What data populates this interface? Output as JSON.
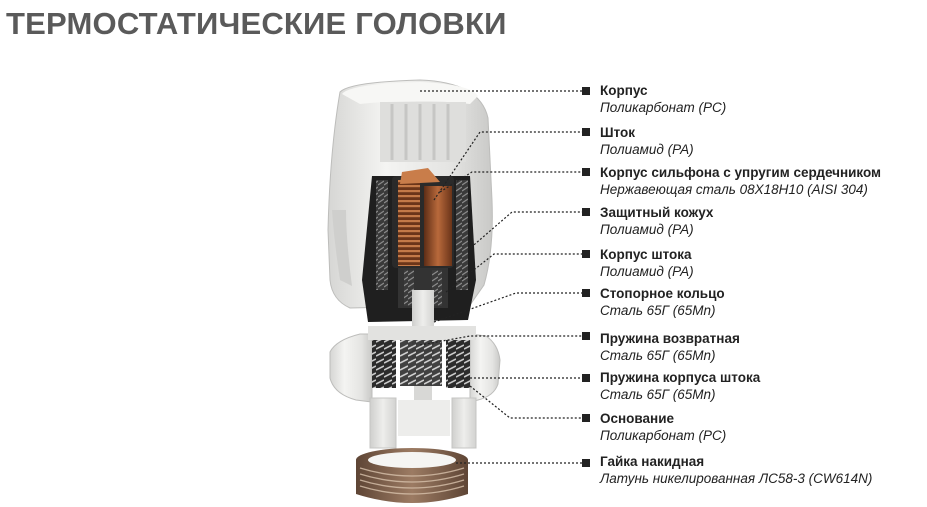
{
  "title": "ТЕРМОСТАТИЧЕСКИЕ ГОЛОВКИ",
  "callouts": [
    {
      "name": "Корпус",
      "material": "Поликарбонат (PC)"
    },
    {
      "name": "Шток",
      "material": "Полиамид (PA)"
    },
    {
      "name": "Корпус сильфона с упругим сердечником",
      "material": "Нержавеющая сталь 08Х18Н10 (AISI 304)"
    },
    {
      "name": "Защитный кожух",
      "material": "Полиамид (PA)"
    },
    {
      "name": "Корпус штока",
      "material": "Полиамид (PA)"
    },
    {
      "name": "Стопорное кольцо",
      "material": "Сталь 65Г (65Mn)"
    },
    {
      "name": "Пружина возвратная",
      "material": "Сталь 65Г (65Mn)"
    },
    {
      "name": "Пружина корпуса штока",
      "material": "Сталь 65Г (65Mn)"
    },
    {
      "name": "Основание",
      "material": "Поликарбонат (PC)"
    },
    {
      "name": "Гайка накидная",
      "material": "Латунь никелированная ЛС58-3 (CW614N)"
    }
  ],
  "colors": {
    "title": "#5a5a5a",
    "leader": "#222222",
    "housing": "#e9e9e7",
    "dark_part": "#2a2a2a",
    "copper": "#a0562e",
    "brass": "#7a5a44"
  }
}
